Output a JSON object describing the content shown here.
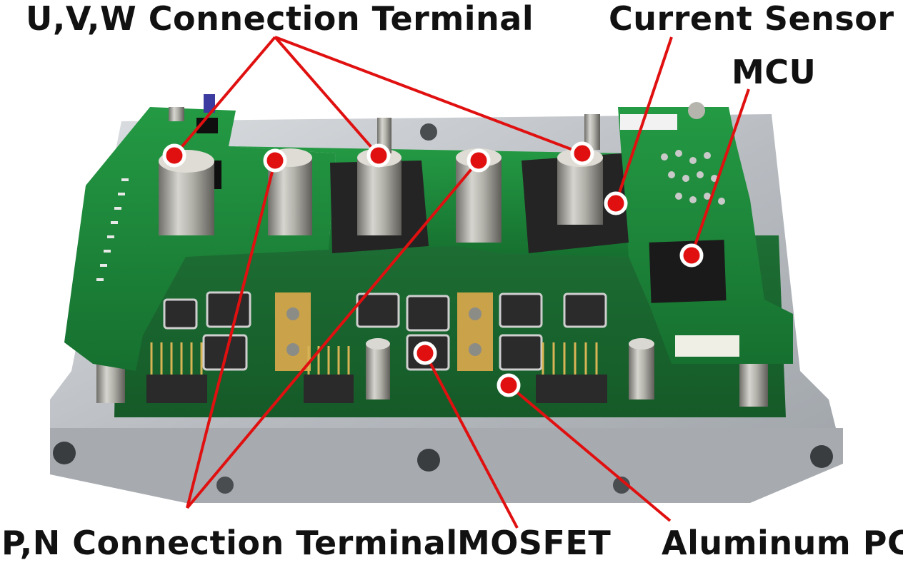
{
  "labels": {
    "uvw_terminal": "U,V,W Connection Terminal",
    "current_sensor": "Current Sensor",
    "mcu": "MCU",
    "pn_terminal": "P,N Connection Terminal",
    "mosfet": "MOSFET",
    "aluminum_pcb": "Aluminum PCB"
  },
  "colors": {
    "callout": "#e01010",
    "pcb_green": "#1f8a3a",
    "pcb_dark": "#16602a",
    "aluminum": "#c9ccd0",
    "terminal_metal": "#a9a89f",
    "sensor_black": "#242424",
    "copper": "#c9a24a"
  }
}
